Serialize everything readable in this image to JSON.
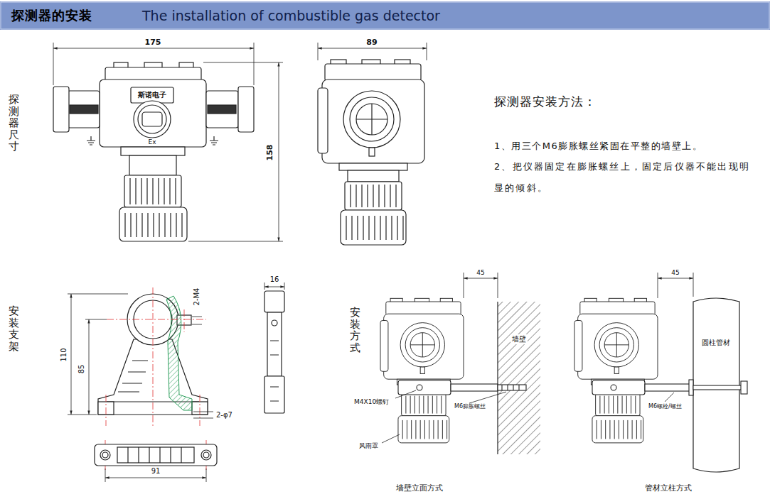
{
  "diagram": {
    "title": "探测器的安装",
    "labels": [
      "The installation of combustible gas detector",
      "探测器尺寸",
      "175",
      "89",
      "158",
      "斯诺电子",
      "Ex",
      "探测器安装方法：",
      "1、用三个M6膨胀螺丝紧固在平整的墙壁上。",
      "2、把仪器固定在膨胀螺丝上，固定后仪器不能出现明显的倾斜。",
      "安装支架",
      "2-M4",
      "16",
      "110",
      "85",
      "2-φ7",
      "91",
      "安装方式",
      "45",
      "45",
      "墙壁",
      "M4X10螺钉",
      "M6膨胀螺丝",
      "风雨罩",
      "圆柱管材",
      "M6螺栓/螺丝",
      "墙壁立面方式",
      "管材立柱方式"
    ]
  }
}
